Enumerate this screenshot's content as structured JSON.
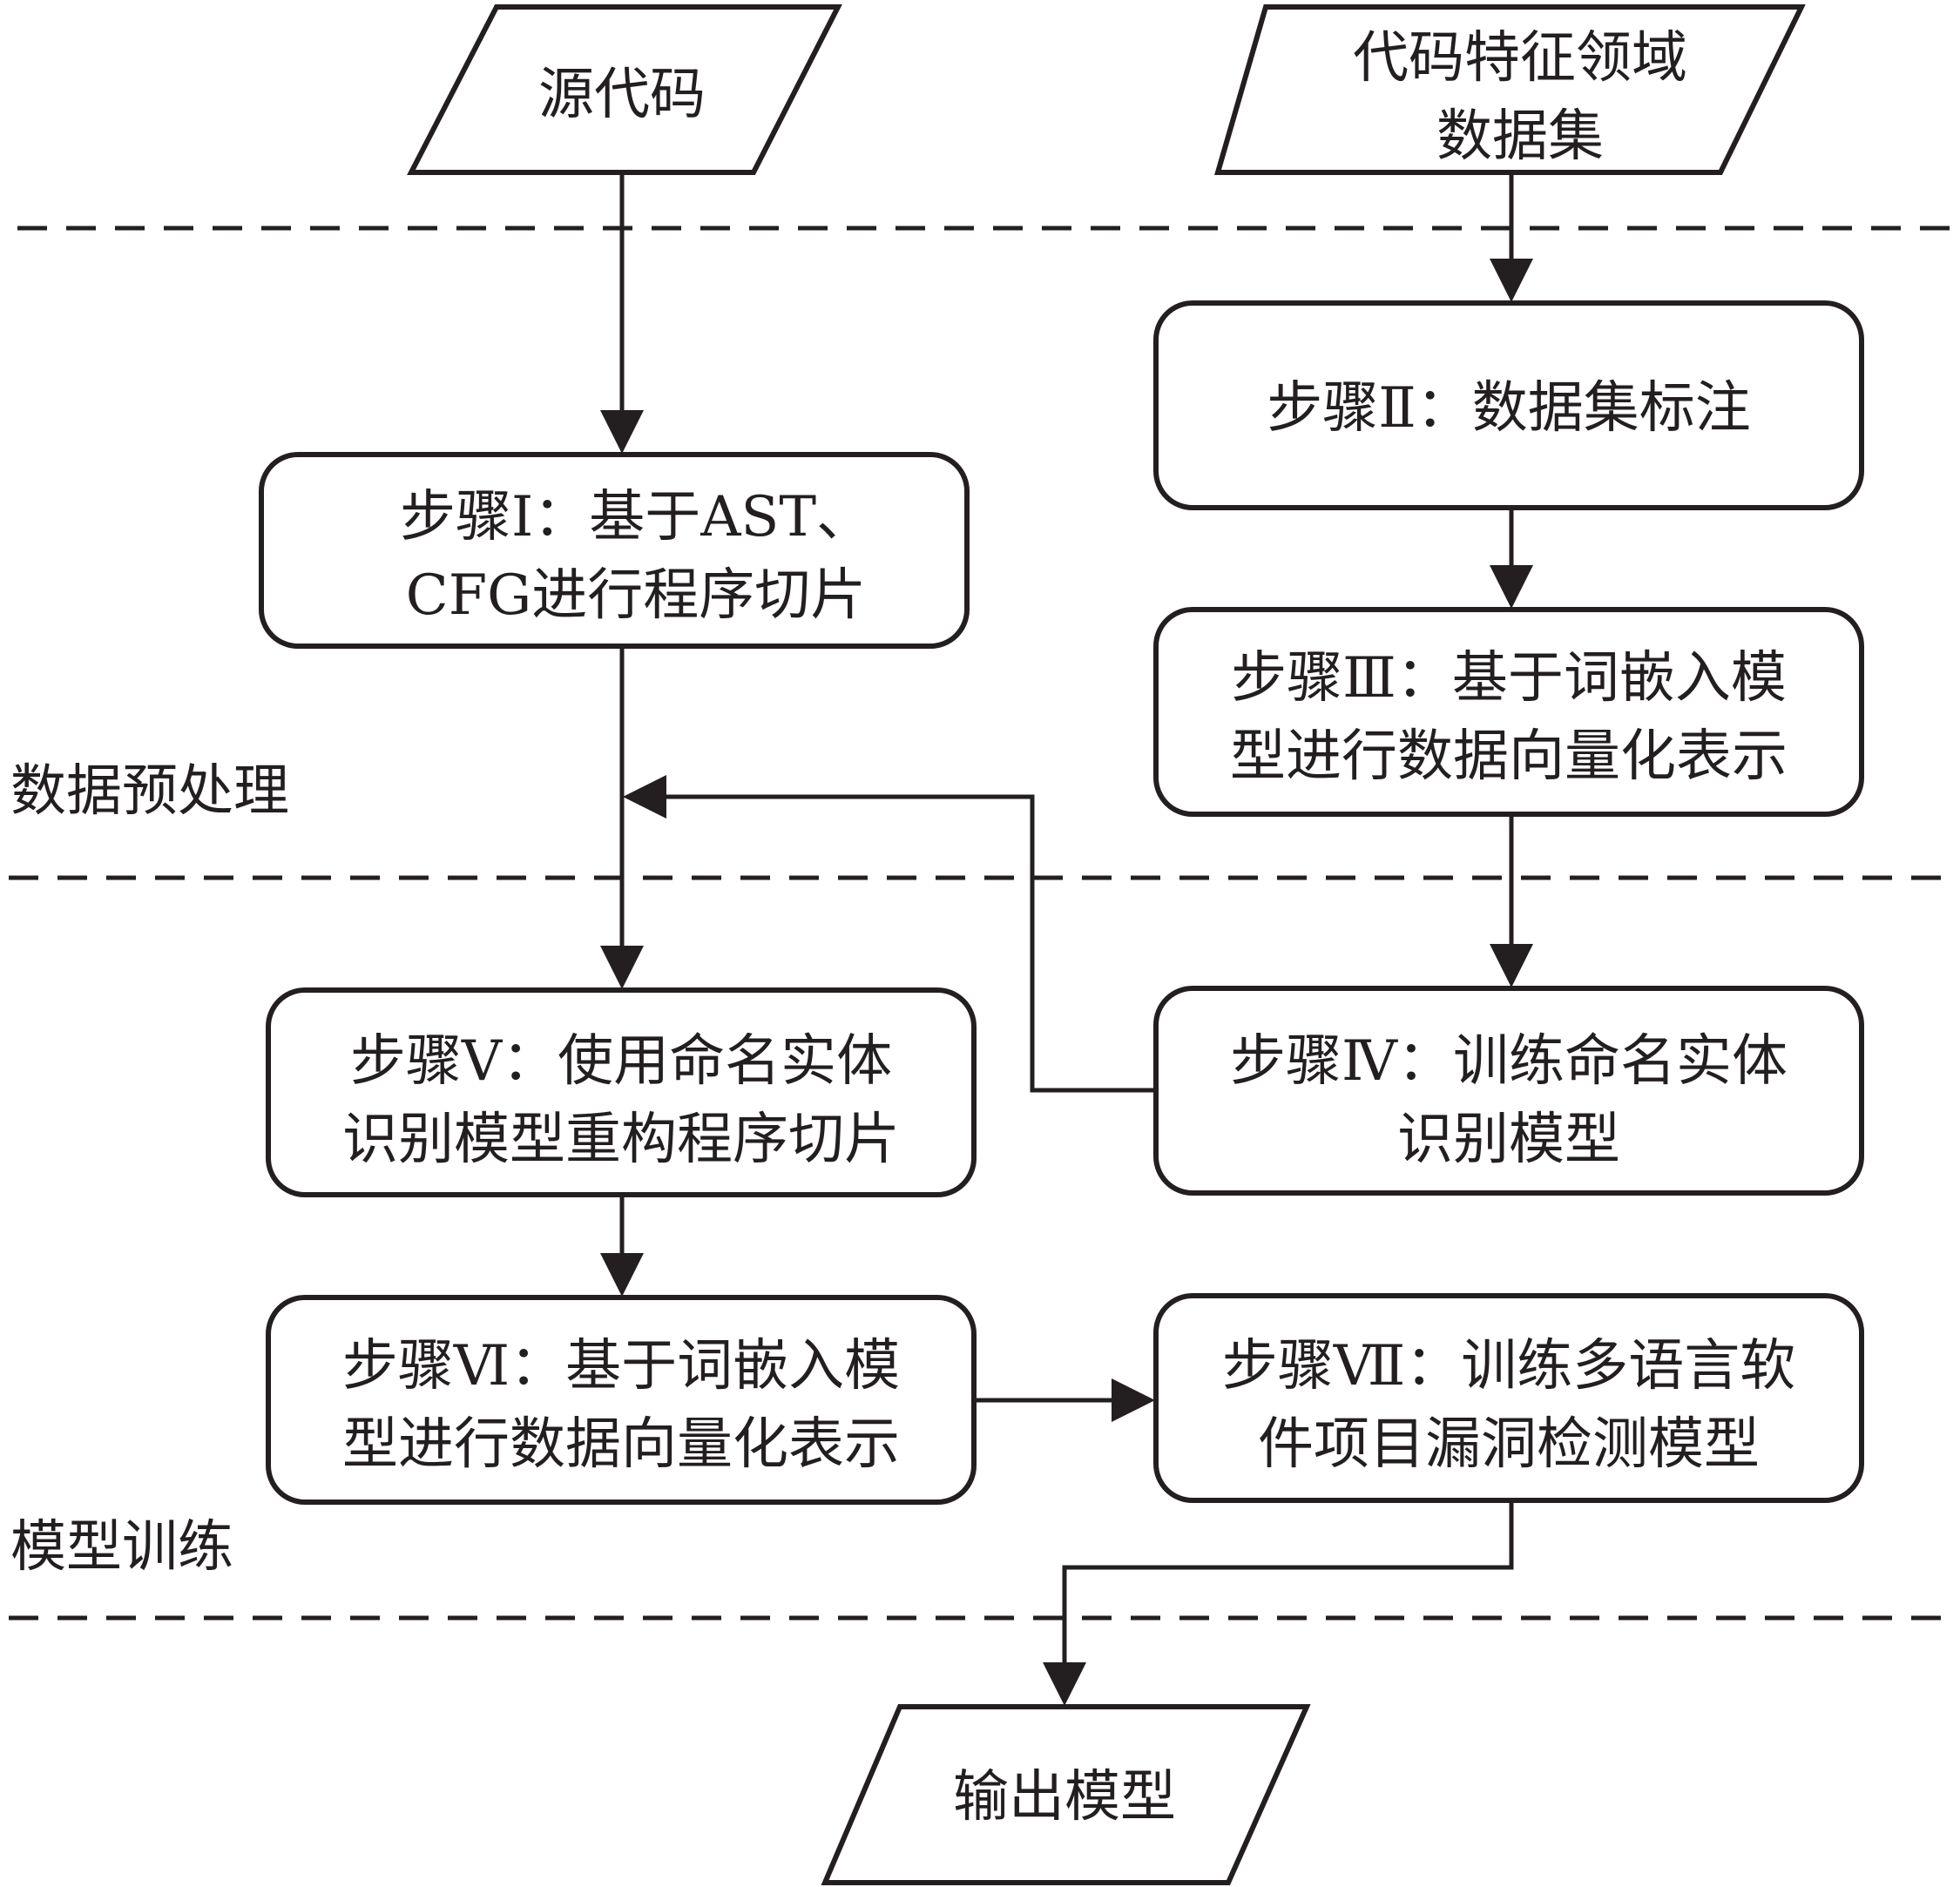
{
  "inputs": {
    "source_code": "源代码",
    "dataset_line1": "代码特征领域",
    "dataset_line2": "数据集"
  },
  "steps": {
    "step1": {
      "line1": "步骤Ⅰ：基于AST、",
      "line2": "CFG进行程序切片"
    },
    "step2": {
      "line1": "步骤Ⅱ：数据集标注"
    },
    "step3": {
      "line1": "步骤Ⅲ：基于词嵌入模",
      "line2": "型进行数据向量化表示"
    },
    "step4": {
      "line1": "步骤Ⅳ：训练命名实体",
      "line2": "识别模型"
    },
    "step5": {
      "line1": "步骤Ⅴ：使用命名实体",
      "line2": "识别模型重构程序切片"
    },
    "step6": {
      "line1": "步骤Ⅵ：基于词嵌入模",
      "line2": "型进行数据向量化表示"
    },
    "step7": {
      "line1": "步骤Ⅶ：训练多语言软",
      "line2": "件项目漏洞检测模型"
    }
  },
  "output": {
    "label": "输出模型"
  },
  "sections": {
    "preprocessing": "数据预处理",
    "training": "模型训练"
  }
}
